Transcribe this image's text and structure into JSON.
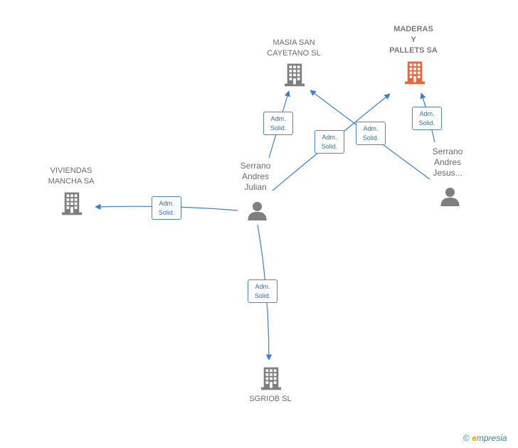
{
  "colors": {
    "edge": "#3b7fd0",
    "company": "#7f7f7f",
    "company_highlight": "#f0613a",
    "person": "#7f7f7f"
  },
  "companies": [
    {
      "id": "masia",
      "label": "MASIA SAN\nCAYETANO  SL",
      "highlight": false,
      "icon": "building-icon"
    },
    {
      "id": "maderas",
      "label": "MADERAS\nY\nPALLETS SA",
      "highlight": true,
      "icon": "building-icon"
    },
    {
      "id": "viviendas",
      "label": "VIVIENDAS\nMANCHA SA",
      "highlight": false,
      "icon": "building-icon"
    },
    {
      "id": "sgriob",
      "label": "SGRIOB  SL",
      "highlight": false,
      "icon": "building-icon"
    }
  ],
  "persons": [
    {
      "id": "julian",
      "label": "Serrano\nAndres\nJulian",
      "icon": "person-icon"
    },
    {
      "id": "jesus",
      "label": "Serrano\nAndres\nJesus...",
      "icon": "person-icon"
    }
  ],
  "relations": [
    {
      "from": "julian",
      "to": "masia",
      "line1": "Adm.",
      "line2": "Solid."
    },
    {
      "from": "julian",
      "to": "maderas",
      "line1": "Adm.",
      "line2": "Solid."
    },
    {
      "from": "julian",
      "to": "viviendas",
      "line1": "Adm.",
      "line2": "Solid."
    },
    {
      "from": "julian",
      "to": "sgriob",
      "line1": "Adm.",
      "line2": "Solid."
    },
    {
      "from": "jesus",
      "to": "masia",
      "line1": "Adm.",
      "line2": "Solid."
    },
    {
      "from": "jesus",
      "to": "maderas",
      "line1": "Adm.",
      "line2": "Solid."
    }
  ],
  "footer": {
    "copyright": "©",
    "brand_initial": "e",
    "brand_rest": "mpresia"
  }
}
